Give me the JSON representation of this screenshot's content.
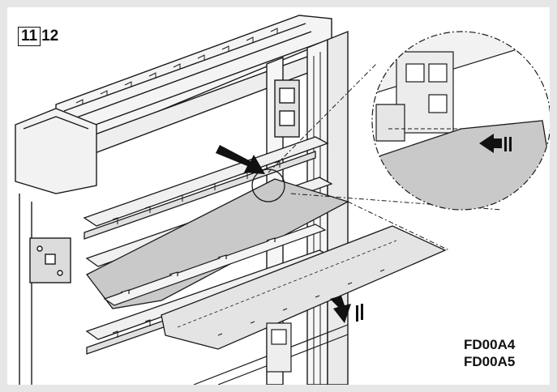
{
  "step": {
    "current": "11",
    "total": "12"
  },
  "references": [
    "FD00A4",
    "FD00A5"
  ],
  "colors": {
    "line": "#1a1a1a",
    "board": "#c9c9c9",
    "board_light": "#e4e4e4",
    "background": "#e6e6e6"
  },
  "icons": [
    "insertion-arrow-icon",
    "insertion-arrow-icon",
    "detail-lens"
  ]
}
